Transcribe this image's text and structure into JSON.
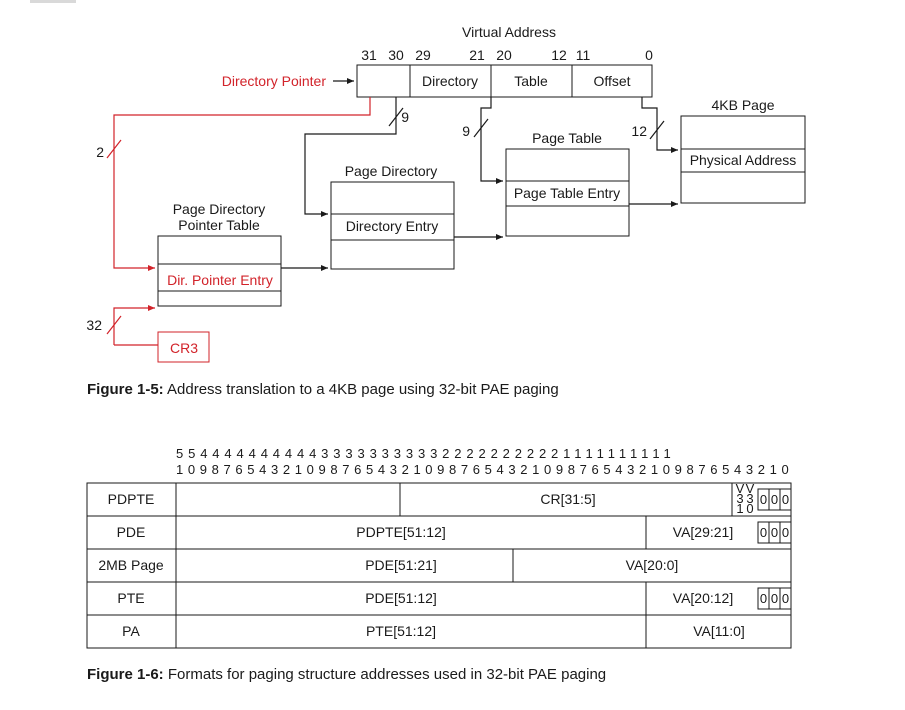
{
  "colors": {
    "ink": "#1a1a1a",
    "accent_red": "#d2232a"
  },
  "fig5": {
    "va_title": "Virtual Address",
    "bit_labels": {
      "b31": "31",
      "b30": "30",
      "b29": "29",
      "b21": "21",
      "b20": "20",
      "b12": "12",
      "b11": "11",
      "b0": "0"
    },
    "fields": {
      "directory": "Directory",
      "table": "Table",
      "offset": "Offset"
    },
    "directory_pointer": "Directory Pointer",
    "widths": {
      "w2": "2",
      "w9a": "9",
      "w9b": "9",
      "w12": "12",
      "w32": "32"
    },
    "pdpt_title_line1": "Page Directory",
    "pdpt_title_line2": "Pointer Table",
    "pdpt_entry": "Dir. Pointer Entry",
    "pd_title": "Page Directory",
    "pd_entry": "Directory Entry",
    "pt_title": "Page Table",
    "pt_entry": "Page Table Entry",
    "page_title": "4KB Page",
    "page_entry": "Physical Address",
    "cr3": "CR3",
    "caption_label": "Figure 1-5:",
    "caption_text": "Address translation to a 4KB page using 32-bit PAE paging"
  },
  "fig6": {
    "bits_row1": "554444444444333333333322222222221111111111",
    "bits_row2": "1098765432109876543210987654321098765432109876543210",
    "rows": [
      {
        "label": "PDPTE",
        "fields": [
          "CR[31:5]"
        ],
        "vbits": [
          "V",
          "3",
          "1",
          "V",
          "3",
          "0"
        ],
        "zeros": [
          "0",
          "0",
          "0"
        ]
      },
      {
        "label": "PDE",
        "fields": [
          "PDPTE[51:12]",
          "VA[29:21]"
        ],
        "zeros": [
          "0",
          "0",
          "0"
        ]
      },
      {
        "label": "2MB Page",
        "fields": [
          "PDE[51:21]",
          "VA[20:0]"
        ]
      },
      {
        "label": "PTE",
        "fields": [
          "PDE[51:12]",
          "VA[20:12]"
        ],
        "zeros": [
          "0",
          "0",
          "0"
        ]
      },
      {
        "label": "PA",
        "fields": [
          "PTE[51:12]",
          "VA[11:0]"
        ]
      }
    ],
    "caption_label": "Figure 1-6:",
    "caption_text": "Formats for paging structure addresses used in 32-bit PAE paging"
  }
}
